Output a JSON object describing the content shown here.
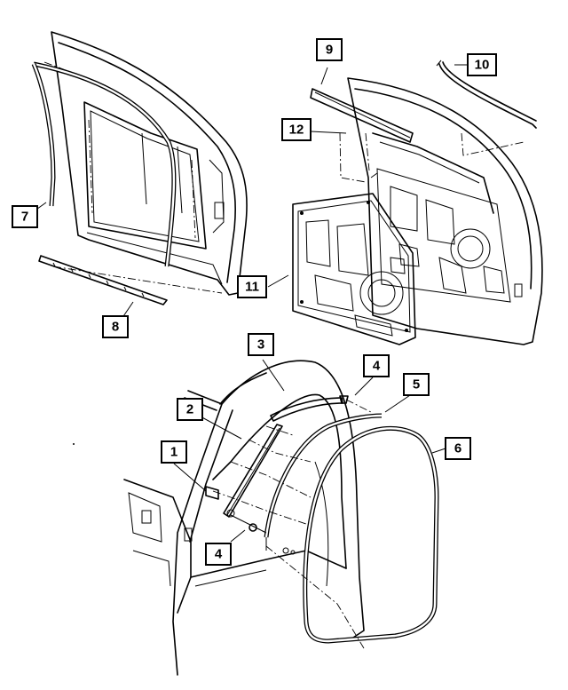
{
  "diagram": {
    "callouts": [
      {
        "id": "1",
        "label": "1"
      },
      {
        "id": "2",
        "label": "2"
      },
      {
        "id": "3",
        "label": "3"
      },
      {
        "id": "4a",
        "label": "4"
      },
      {
        "id": "4b",
        "label": "4"
      },
      {
        "id": "5",
        "label": "5"
      },
      {
        "id": "6",
        "label": "6"
      },
      {
        "id": "7",
        "label": "7"
      },
      {
        "id": "8",
        "label": "8"
      },
      {
        "id": "9",
        "label": "9"
      },
      {
        "id": "10",
        "label": "10"
      },
      {
        "id": "11",
        "label": "11"
      },
      {
        "id": "12",
        "label": "12"
      }
    ]
  }
}
